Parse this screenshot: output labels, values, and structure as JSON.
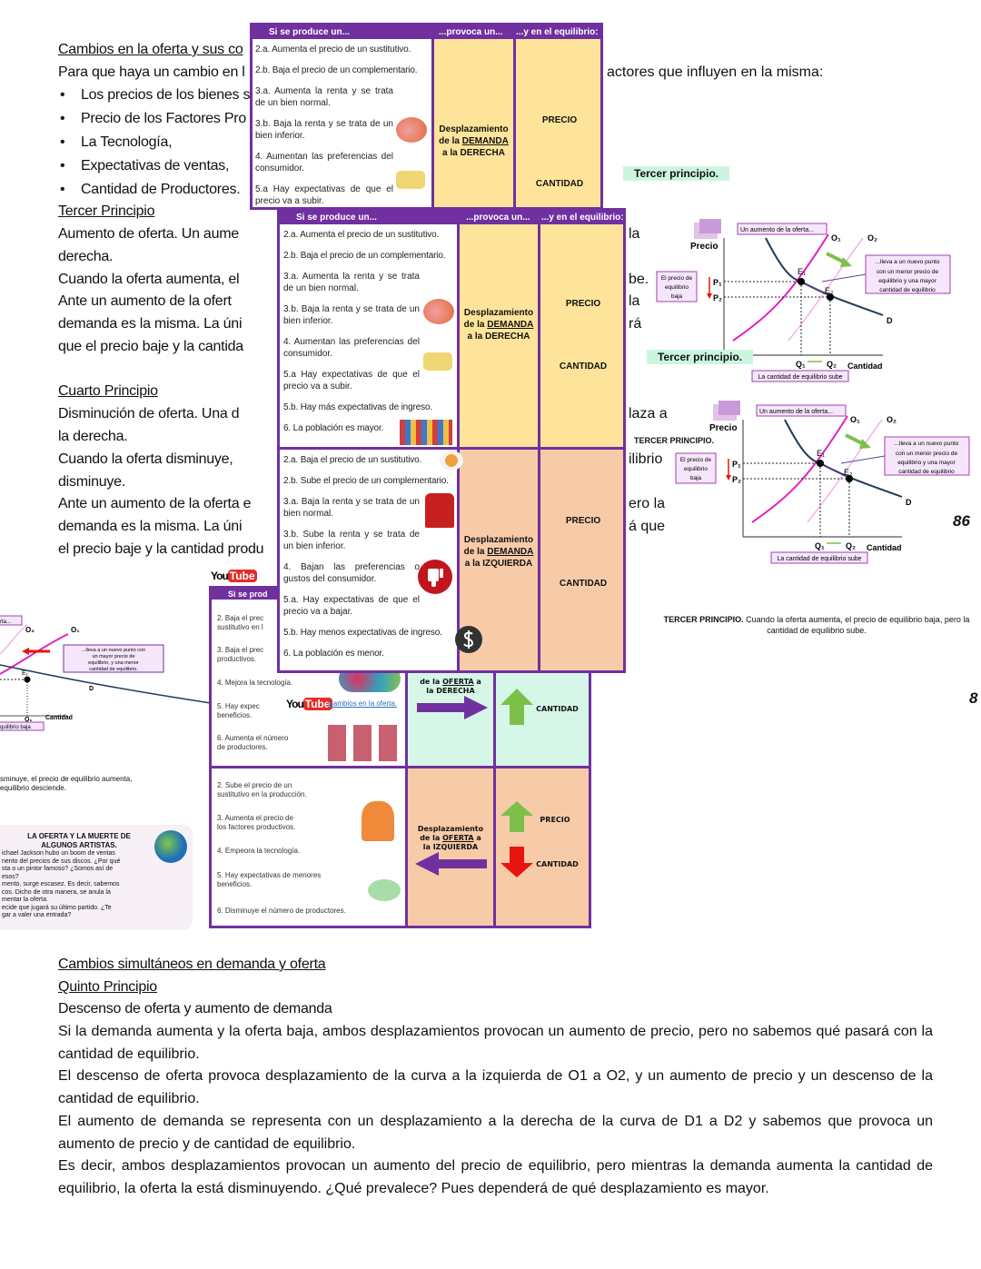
{
  "document": {
    "heading_changes": "Cambios en la oferta y sus co",
    "intro_left": "Para que haya un cambio en l",
    "intro_right": "actores que influyen en la misma:",
    "bullets": [
      "Los precios de los bienes s",
      "Precio de los Factores Pro",
      "La Tecnología,",
      "Expectativas de ventas,",
      "Cantidad de Productores."
    ],
    "third_heading": "Tercer Principio",
    "third_lines": [
      {
        "left": "Aumento de oferta. Un aume",
        "right": "la"
      },
      {
        "left": "derecha.",
        "right": ""
      },
      {
        "left": "Cuando la oferta aumenta, el",
        "right": "be."
      },
      {
        "left": "Ante un aumento de la ofert",
        "right": "la"
      },
      {
        "left": "demanda es la misma. La úni",
        "right": "rá"
      },
      {
        "left": "que el precio baje y la cantida",
        "right": ""
      }
    ],
    "fourth_heading": "Cuarto Principio",
    "fourth_lines": [
      {
        "left": "Disminución de oferta. Una d",
        "right": "laza a"
      },
      {
        "left": "la derecha.",
        "right": ""
      },
      {
        "left": "Cuando la oferta disminuye,",
        "right": "ilibrio"
      },
      {
        "left": "disminuye.",
        "right": ""
      },
      {
        "left": "Ante un aumento de la oferta e",
        "right": "ero la"
      },
      {
        "left": "demanda es la misma. La úni",
        "right": "á que"
      },
      {
        "left": "el precio baje y la cantidad produ",
        "right": ""
      }
    ],
    "simultaneous_heading": "Cambios simultáneos en demanda y oferta",
    "fifth_heading": "Quinto Principio",
    "fifth_subtitle": "Descenso de oferta y aumento de demanda",
    "fifth_paragraphs": [
      "Si la demanda aumenta y la oferta baja, ambos desplazamientos provocan un aumento de precio, pero no sabemos qué pasará con la cantidad de equilibrio.",
      "El descenso de oferta provoca desplazamiento de la curva a la izquierda de O1 a O2, y un aumento de precio y un descenso de la cantidad de equilibrio.",
      "El aumento de demanda se representa con un desplazamiento a la derecha de la curva de D1 a D2 y sabemos que provoca un aumento de precio y de cantidad de equilibrio.",
      "Es decir, ambos desplazamientos provocan un aumento del precio de equilibrio, pero mientras la demanda aumenta la cantidad de equilibrio, la oferta la está disminuyendo. ¿Qué prevalece? Pues dependerá de qué desplazamiento es mayor."
    ],
    "youtube_you": "You",
    "youtube_tube": "Tube"
  },
  "demand_table": {
    "header": {
      "cause": "Si se produce un...",
      "effect": "...provoca un...",
      "equilibrium": "...y en el equilibrio:"
    },
    "increase": {
      "items": [
        "2.a. Aumenta el precio de un sustitutivo.",
        "2.b. Baja el precio de un complementario.",
        "3.a. Aumenta la renta y se trata de un bien normal.",
        "3.b. Baja la renta y se trata de un bien inferior.",
        "4. Aumentan las preferencias del consumidor.",
        "5.a Hay expectativas de que el precio va a subir.",
        "5.b. Hay más expectativas de ingreso.",
        "6. La población es mayor."
      ],
      "shift": [
        "Desplazamiento",
        "de la ",
        "DEMANDA",
        "a la DERECHA"
      ],
      "price": "PRECIO",
      "quantity": "CANTIDAD"
    },
    "decrease": {
      "items": [
        "2.a. Baja el precio de un sustitutivo.",
        "2.b. Sube el precio de un complementario.",
        "3.a. Baja la renta y se trata de un bien normal.",
        "3.b. Sube la renta y se trata de un bien inferior.",
        "4. Bajan las preferencias o gustos del consumidor.",
        "5.a. Hay expectativas de que el precio va a bajar.",
        "5.b. Hay menos expectativas de ingreso.",
        "6. La población es menor."
      ],
      "shift": [
        "Desplazamiento",
        "de la ",
        "DEMANDA",
        "a la IZQUIERDA"
      ],
      "price": "PRECIO",
      "quantity": "CANTIDAD"
    }
  },
  "supply_table": {
    "header_cause": "Si se prod",
    "increase": {
      "items": [
        "2. Baja el prec",
        "sustitutivo en l",
        "3. Baja el prec",
        "productivos.",
        "4. Mejora la tecnología.",
        "5. Hay expec",
        "beneficios.",
        "6. Aumenta el número",
        "de productores."
      ],
      "link": "Cambios en la oferta.",
      "shift": [
        "de la ",
        "OFERTA",
        " a",
        "la DERECHA"
      ],
      "quantity": "CANTIDAD"
    },
    "decrease": {
      "items": [
        "2. Sube el precio de un",
        "sustitutivo en la producción.",
        "3. Aumenta el precio de",
        "los factores productivos.",
        "4. Empeora la tecnología.",
        "5. Hay expectativas de menores",
        "beneficios.",
        "6. Disminuye el número de productores."
      ],
      "shift": [
        "Desplazamiento",
        "de la ",
        "OFERTA",
        " a",
        "la IZQUIERDA"
      ],
      "price": "PRECIO",
      "quantity": "CANTIDAD"
    }
  },
  "supply_chart": {
    "y_label": "Precio",
    "x_label": "Cantidad",
    "callout_top": "Un aumento de la oferta...",
    "callout_right": [
      "...lleva a un nuevo punto",
      "con un menor precio de",
      "equilibrio y una mayor",
      "cantidad de equilibrio"
    ],
    "callout_left": [
      "El precio de",
      "equilibrio",
      "baja"
    ],
    "callout_bottom": "La cantidad de equilibrio sube",
    "labels": {
      "o1": "O₁",
      "o2": "O₂",
      "d": "D",
      "e1": "E₁",
      "e2": "E₂",
      "p1": "P₁",
      "p2": "P₂",
      "q1": "Q₁",
      "q2": "Q₂"
    }
  },
  "captions": {
    "third_principle_tag": "Tercer principio.",
    "third_principle_caps": "TERCER PRINCIPIO.",
    "third_principle_bold": "TERCER PRINCIPIO.",
    "third_principle_text": " Cuando la oferta aumenta, el precio de equilibrio baja, pero la cantidad de equilibrio sube.",
    "page_number": "86",
    "page_number_cut": "8"
  },
  "left_fragment": {
    "callout_top": "rta...",
    "callout_right": [
      "...lleva a un nuevo punto con",
      "un mayor precio de",
      "equilibrio, y una menor",
      "cantidad de equilibrio."
    ],
    "labels": {
      "o1": "O₁",
      "o2": "O₂",
      "d": "D",
      "e1": "E₁",
      "q1": "Q₁",
      "x": "Cantidad"
    },
    "callout_bottom": "quilibrio baja",
    "caption": [
      "sminuye, el precio de equilibrio aumenta,",
      "equilibrio desciende."
    ],
    "box_title": [
      "LA OFERTA Y LA MUERTE DE",
      "ALGUNOS ARTISTAS."
    ],
    "box_lines": [
      "ichael Jackson hubo un boom de ventas",
      "nento del precios de sus discos. ¿Por qué",
      "sta o un pintor famoso? ¿Somos así de",
      "esos?",
      "mento, surge escasez. Es decir, sabemos",
      "cos. Dicho de otra manera, se anula la",
      "mentar la oferta.",
      "ecide que jugará su último partido. ¿Te",
      "gar a valer una entrada?"
    ]
  },
  "colors": {
    "purple": "#7030a0",
    "yellow": "#fde49a",
    "peach": "#f8cba8",
    "mint": "#d6f7e8",
    "magenta": "#e020c0",
    "navy": "#1f3b5a",
    "arrow_green": "#7cc04a",
    "arrow_red": "#e8140f"
  }
}
